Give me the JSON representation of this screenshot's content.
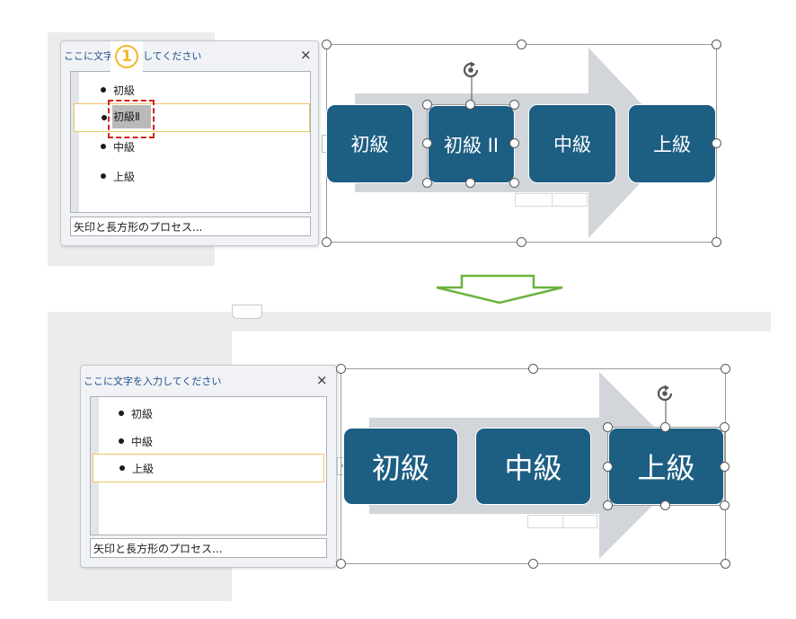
{
  "colors": {
    "accent_box": "#1d5e83",
    "arrow": "#d2d5da",
    "callout": "#f4b72a",
    "highlight_border": "#d92020",
    "transition_arrow": "#6cb33e",
    "pane_title": "#1e4e8c"
  },
  "callout": {
    "number": "1"
  },
  "before": {
    "text_pane": {
      "title": "ここに文字を入力してください",
      "close_label": "×",
      "items": [
        {
          "label": "初級",
          "selected": false
        },
        {
          "label": "初級Ⅱ",
          "selected": true
        },
        {
          "label": "中級",
          "selected": false
        },
        {
          "label": "上級",
          "selected": false
        }
      ],
      "footer": "矢印と長方形のプロセス..."
    },
    "diagram": {
      "boxes": [
        "初級",
        "初級 II",
        "中級",
        "上級"
      ],
      "selected_index": 1
    },
    "collapse_label": "›",
    "rotate_icon": "rotate-icon"
  },
  "after": {
    "text_pane": {
      "title": "ここに文字を入力してください",
      "close_label": "×",
      "items": [
        {
          "label": "初級",
          "selected": false
        },
        {
          "label": "中級",
          "selected": false
        },
        {
          "label": "上級",
          "selected": true
        }
      ],
      "footer": "矢印と長方形のプロセス..."
    },
    "diagram": {
      "boxes": [
        "初級",
        "中級",
        "上級"
      ],
      "selected_index": 2
    },
    "collapse_label": "›",
    "rotate_icon": "rotate-icon"
  }
}
